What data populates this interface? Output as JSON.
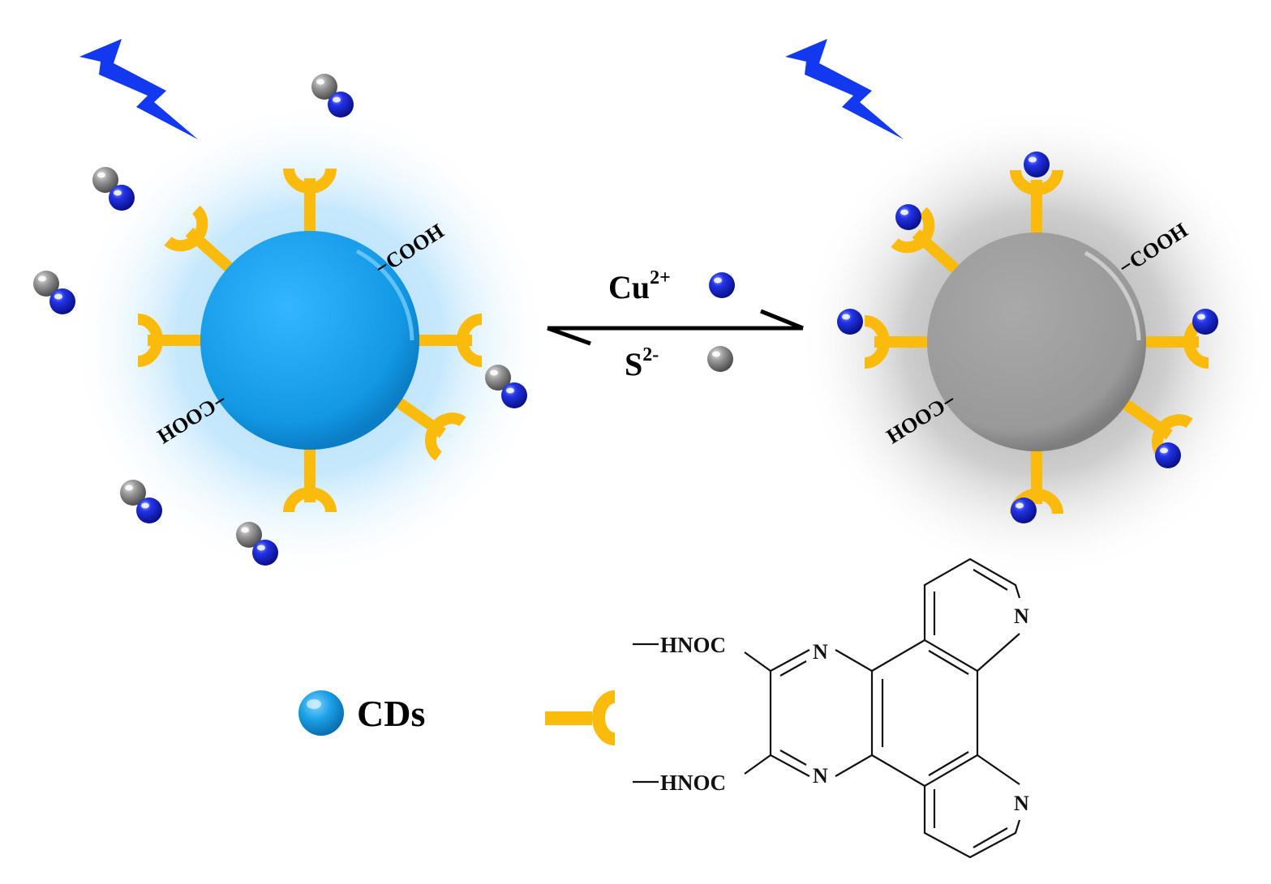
{
  "labels": {
    "cooh": "COOH",
    "hooc": "HOOC",
    "reagent_forward": "Cu",
    "reagent_forward_charge": "2+",
    "reagent_reverse": "S",
    "reagent_reverse_charge": "2-",
    "legend_cds": "CDs",
    "chem_substituent": "HNOC",
    "chem_nitrogen": "N"
  },
  "colors": {
    "cd_blue": "#1a9fe6",
    "cd_glow": "#b9e2fb",
    "cd_gray": "#9a9a9a",
    "gray_glow": "#cfcfcf",
    "ligand": "#fbbb0c",
    "lightning": "#1238f0",
    "cu_ion": "#1020d8",
    "s_ion": "#8d8d8d"
  },
  "icons": {
    "excitation": "lightning-icon",
    "copper_ion": "blue-sphere-icon",
    "sulfide_ion": "gray-sphere-icon",
    "ligand": "y-ligand-icon"
  }
}
